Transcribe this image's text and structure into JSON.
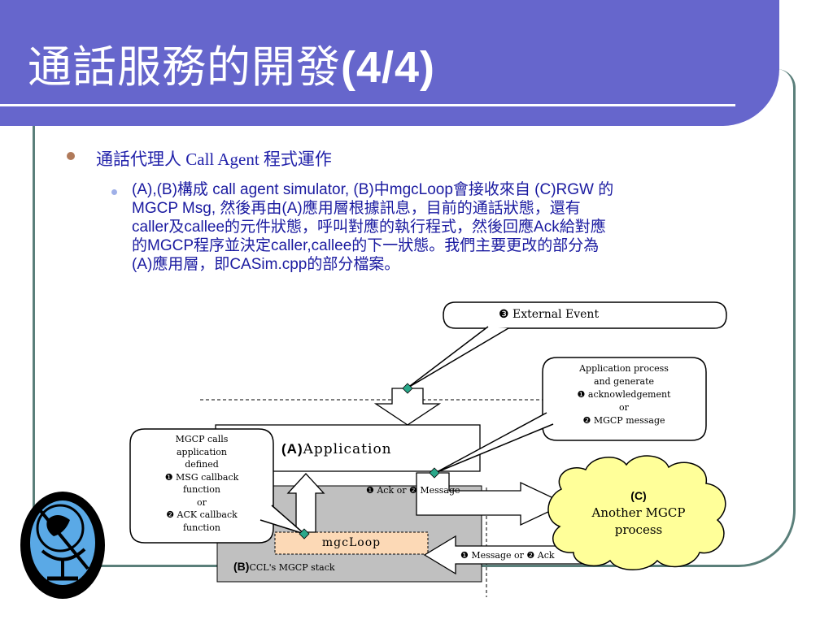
{
  "slide": {
    "title_main": "通話服務的開發",
    "title_suffix": "(4/4)"
  },
  "bullets": {
    "level1": "通話代理人 Call Agent 程式運作",
    "level2_lines": [
      "(A),(B)構成 call agent simulator, (B)中mgcLoop會接收來自 (C)RGW 的",
      "MGCP Msg, 然後再由(A)應用層根據訊息，目前的通話狀態，還有",
      "caller及callee的元件狀態，呼叫對應的執行程式，然後回應Ack給對應",
      "的MGCP程序並決定caller,callee的下一狀態。我們主要更改的部分為",
      "(A)應用層，即CASim.cpp的部分檔案。"
    ]
  },
  "diagram": {
    "external_event": "❸ External Event",
    "app_process_lines": [
      "Application process",
      "and generate",
      "❶ acknowledgement",
      "or",
      "❷ MGCP message"
    ],
    "app_label_prefix": "(A)",
    "app_label": "Application",
    "callback_lines": [
      "MGCP calls",
      "application",
      "defined",
      "❶ MSG callback",
      "function",
      "or",
      "❷ ACK callback",
      "function"
    ],
    "ack_or_message": "❶ Ack or ❷ Message",
    "mgcloop": "mgcLoop",
    "stack_prefix": "(B)",
    "stack_label": "CCL's MGCP stack",
    "message_or_ack": "❶ Message or ❷ Ack",
    "cloud_lines": [
      "(C)",
      "Another MGCP",
      "process"
    ]
  },
  "colors": {
    "title_bar": "#6666cc",
    "frame": "#5a7f7a",
    "bullet_text": "#1a1aa0",
    "cloud": "#ffff99",
    "mgcloop_fill": "#fcd9b6",
    "stack_fill": "#c0c0c0"
  },
  "icons": {
    "logo": "globe-icon"
  }
}
